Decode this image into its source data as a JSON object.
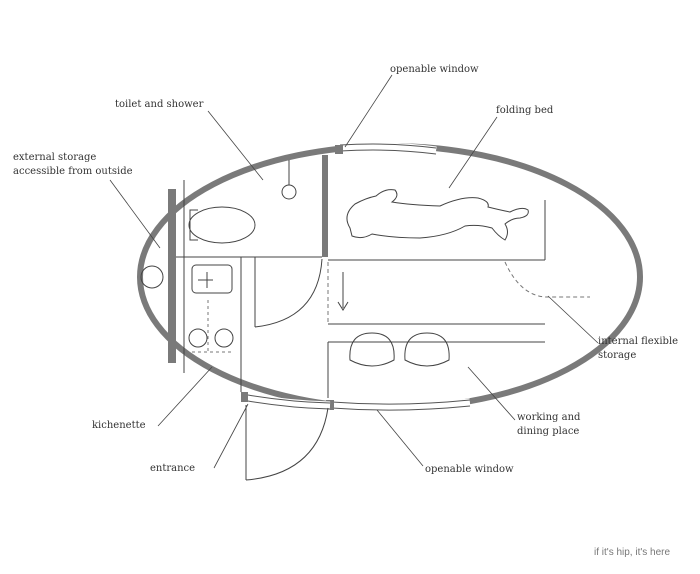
{
  "labels": {
    "openable_window_top": "openable window",
    "toilet_and_shower": "toilet and shower",
    "folding_bed": "folding bed",
    "external_storage_line1": "external storage",
    "external_storage_line2": "accessible from outside",
    "internal_flexible_line1": "internal flexible",
    "internal_flexible_line2": "storage",
    "kichenette": "kichenette",
    "working_line1": "working and",
    "working_line2": "dining place",
    "entrance": "entrance",
    "openable_window_bottom": "openable window"
  },
  "credit": "if it's hip, it's here",
  "colors": {
    "wall": "#7a7a7a",
    "line": "#444444",
    "text": "#333333"
  }
}
